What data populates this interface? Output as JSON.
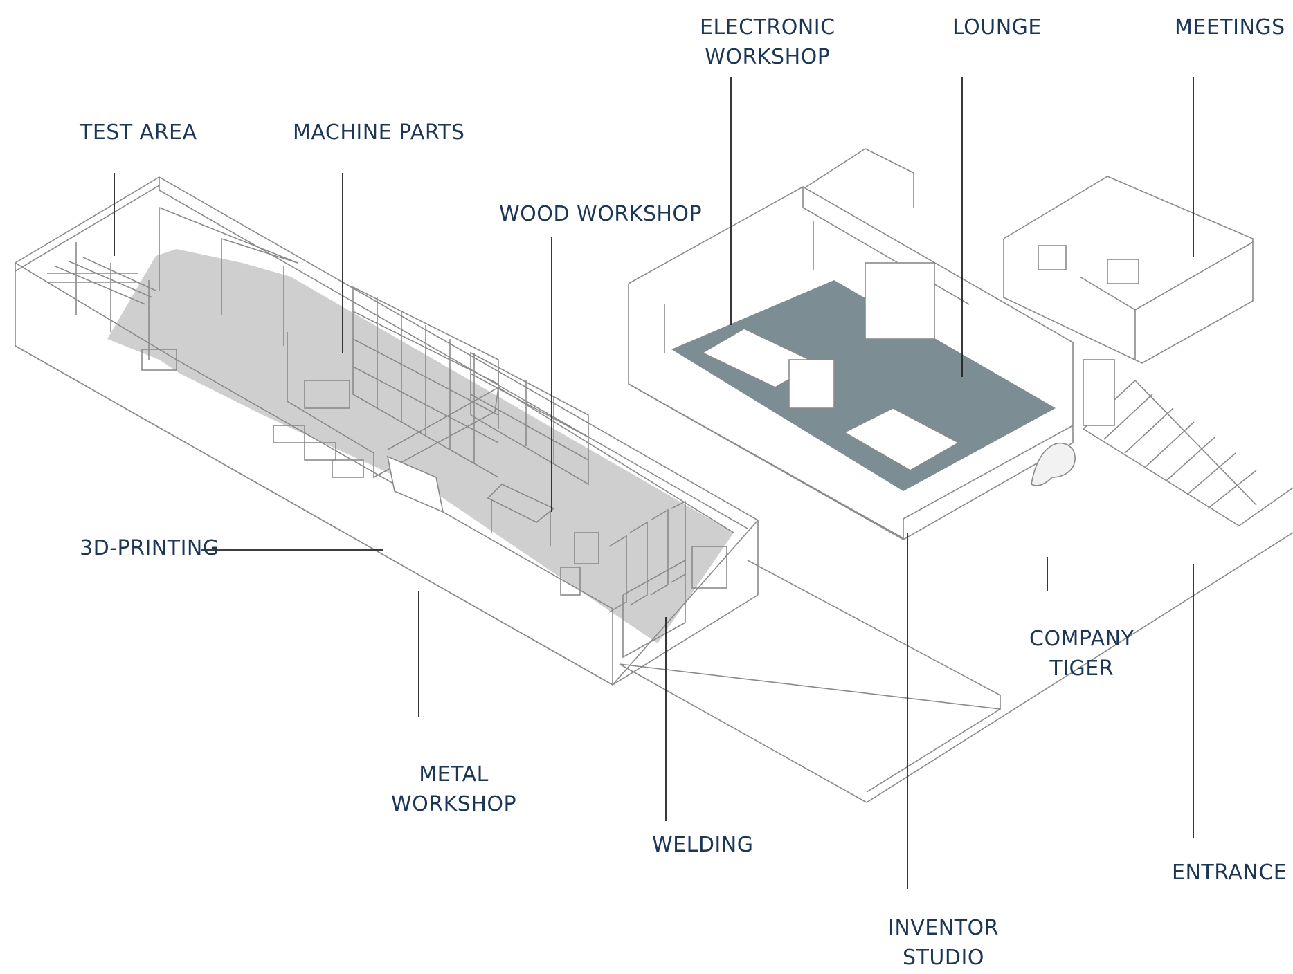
{
  "labels": {
    "test_area": "TEST AREA",
    "machine_parts": "MACHINE PARTS",
    "wood_workshop": "WOOD WORKSHOP",
    "electronic_workshop": [
      "ELECTRONIC",
      "WORKSHOP"
    ],
    "lounge": "LOUNGE",
    "meetings": "MEETINGS",
    "printing_3d": "3D-PRINTING",
    "metal_workshop": [
      "METAL",
      "WORKSHOP"
    ],
    "welding": "WELDING",
    "company_tiger": [
      "COMPANY",
      "TIGER"
    ],
    "inventor_studio": [
      "INVENTOR",
      "STUDIO"
    ],
    "entrance": "ENTRANCE"
  },
  "colors": {
    "label_text": "#1c3656",
    "leader_line": "#222222",
    "outline": "#8a8a8a",
    "workshop_floor": "#cfcfcf",
    "studio_floor": "#7d8d94"
  }
}
